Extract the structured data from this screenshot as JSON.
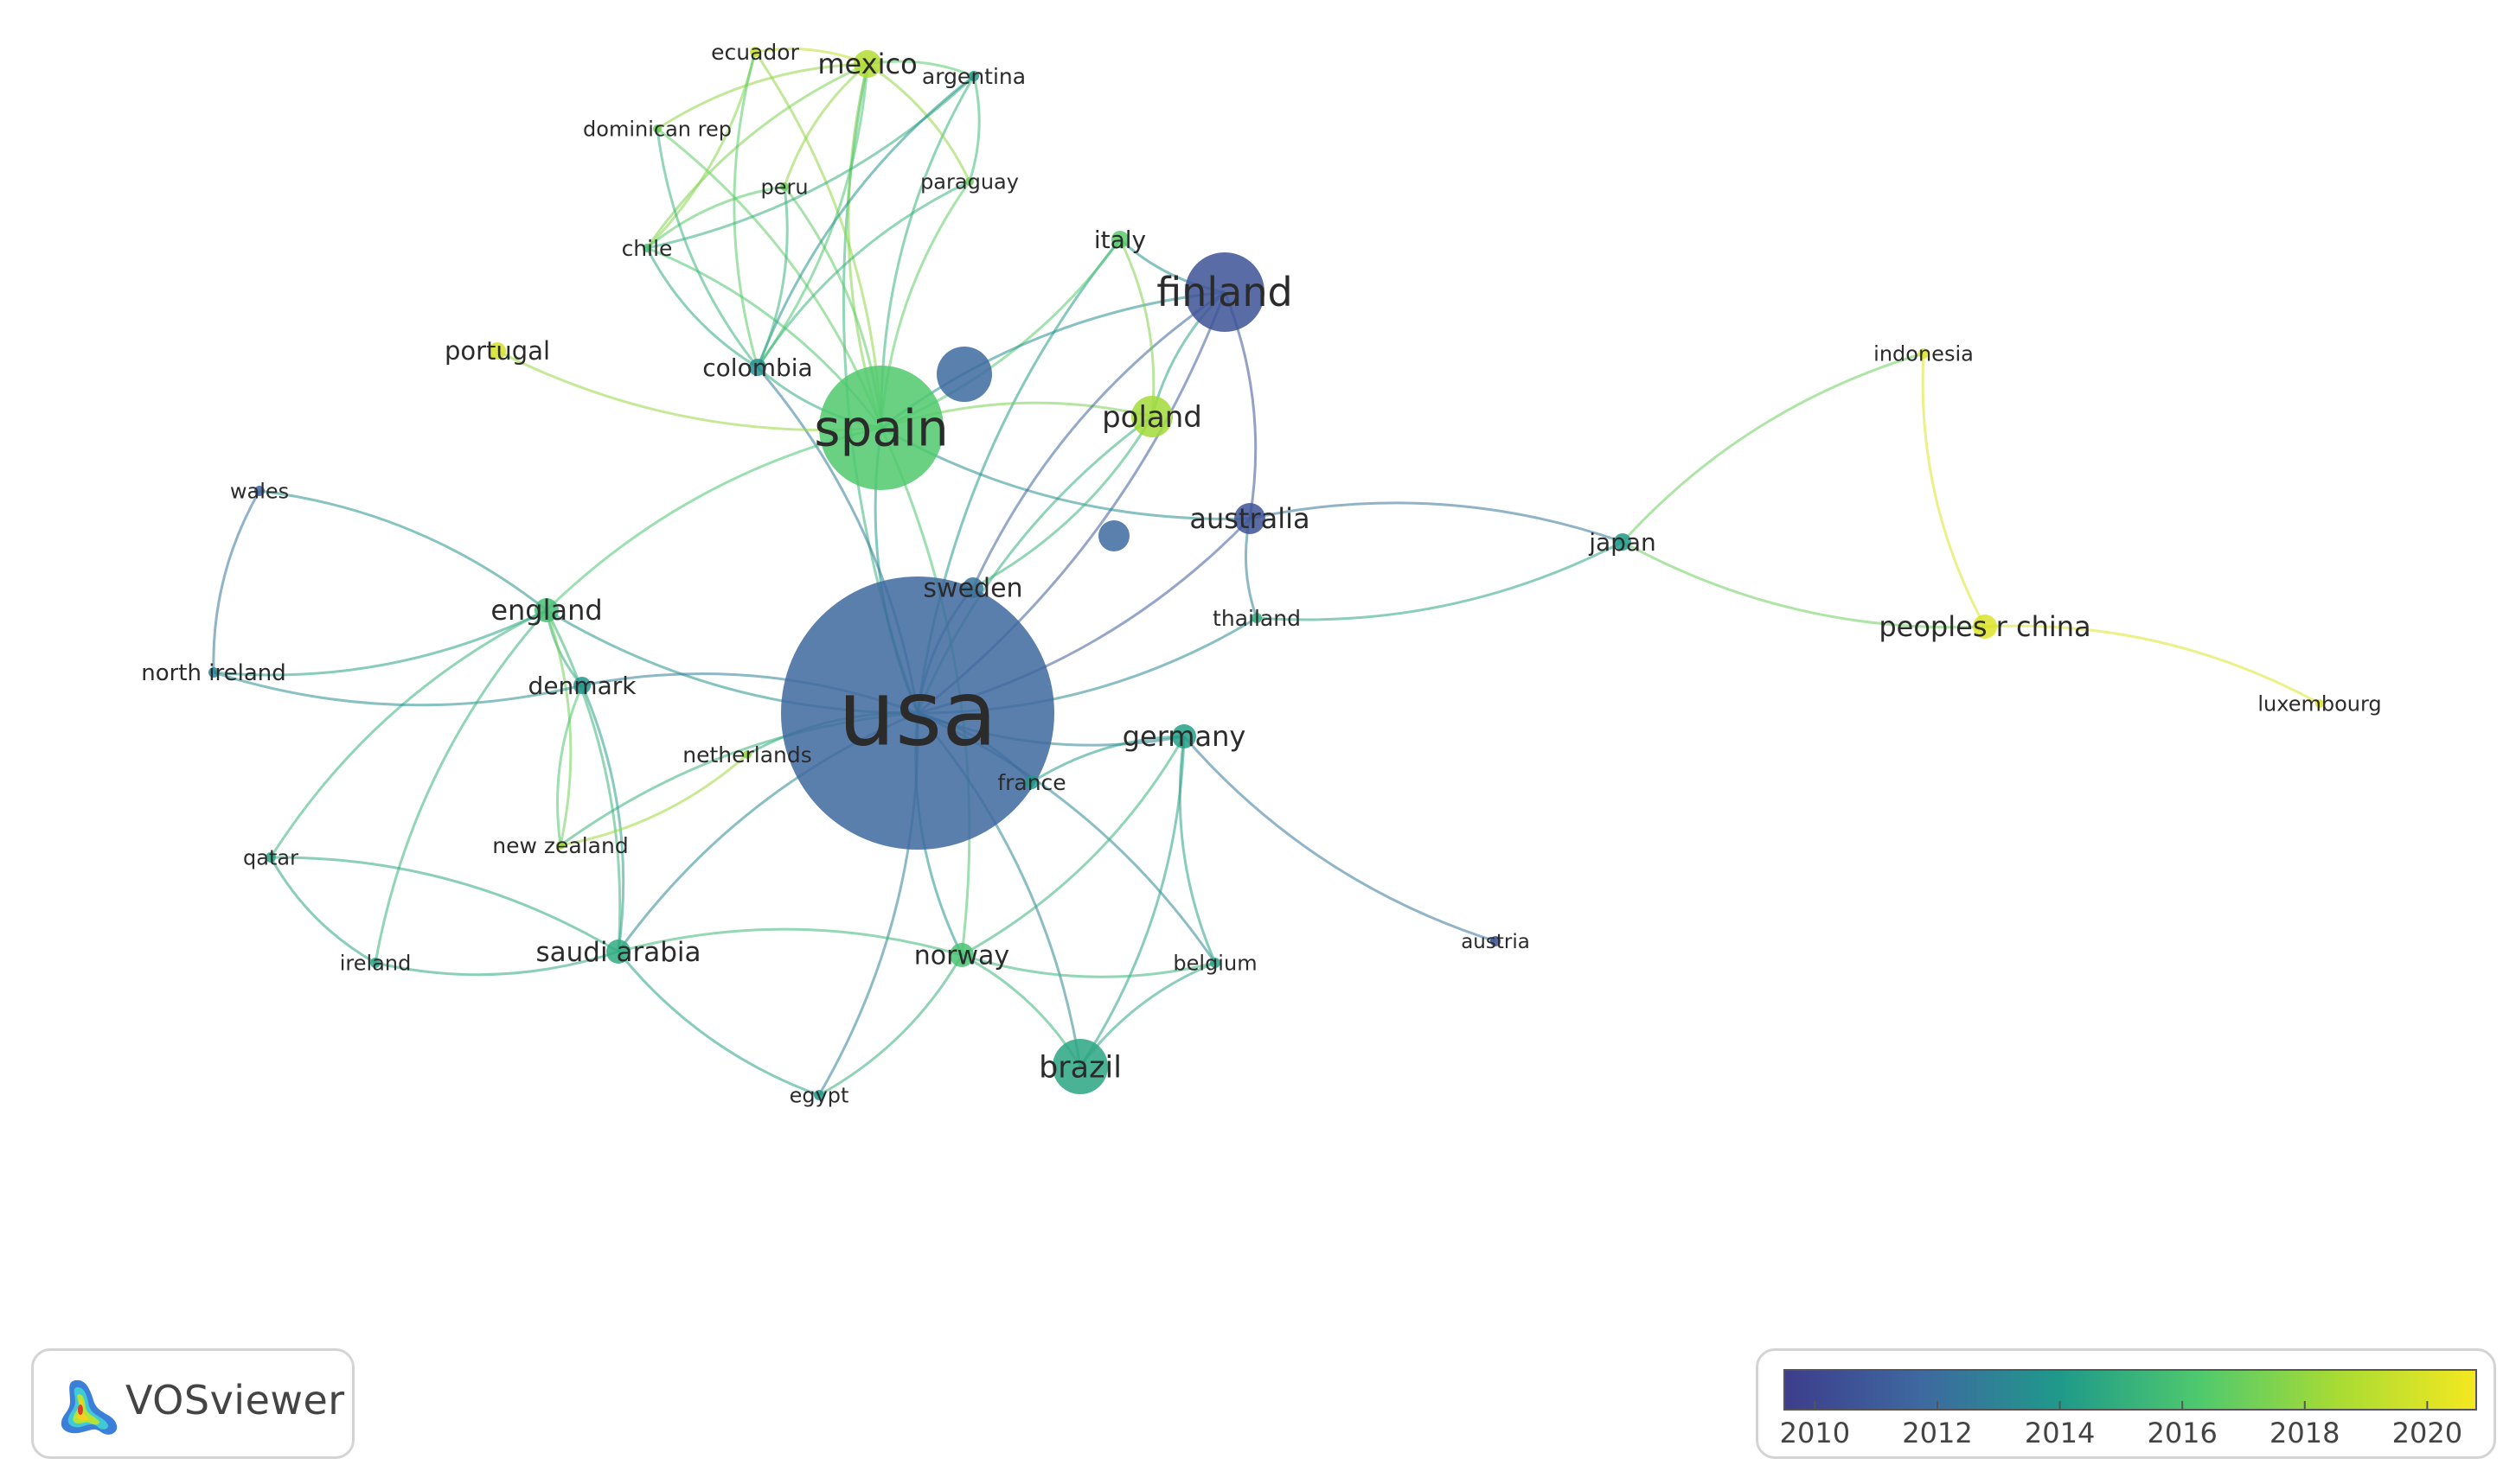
{
  "nodes": [
    {
      "label": "usa",
      "year": 2011.7
    },
    {
      "label": "spain",
      "year": 2016.3
    },
    {
      "label": "finland",
      "year": 2010.6
    },
    {
      "label": "poland",
      "year": 2018.4
    },
    {
      "label": "australia",
      "year": 2010.6
    },
    {
      "label": "mexico",
      "year": 2018.8
    },
    {
      "label": "ecuador",
      "year": 2019.5
    },
    {
      "label": "argentina",
      "year": 2014.0
    },
    {
      "label": "dominican rep",
      "year": 2017.0
    },
    {
      "label": "peru",
      "year": 2017.0
    },
    {
      "label": "paraguay",
      "year": 2017.0
    },
    {
      "label": "chile",
      "year": 2016.0
    },
    {
      "label": "italy",
      "year": 2016.5
    },
    {
      "label": "portugal",
      "year": 2019.8
    },
    {
      "label": "colombia",
      "year": 2013.5
    },
    {
      "label": "wales",
      "year": 2011.5
    },
    {
      "label": "england",
      "year": 2015.8
    },
    {
      "label": "north ireland",
      "year": 2013.0
    },
    {
      "label": "denmark",
      "year": 2013.8
    },
    {
      "label": "sweden",
      "year": 2012.2
    },
    {
      "label": "thailand",
      "year": 2015.0
    },
    {
      "label": "japan",
      "year": 2014.0
    },
    {
      "label": "indonesia",
      "year": 2020.0
    },
    {
      "label": "peoples r china",
      "year": 2020.0
    },
    {
      "label": "luxembourg",
      "year": 2020.0
    },
    {
      "label": "netherlands",
      "year": 2018.0
    },
    {
      "label": "france",
      "year": 2014.0
    },
    {
      "label": "germany",
      "year": 2014.3
    },
    {
      "label": "new zealand",
      "year": 2018.5
    },
    {
      "label": "qatar",
      "year": 2014.5
    },
    {
      "label": "ireland",
      "year": 2014.5
    },
    {
      "label": "saudi arabia",
      "year": 2014.8
    },
    {
      "label": "norway",
      "year": 2016.0
    },
    {
      "label": "belgium",
      "year": 2014.5
    },
    {
      "label": "austria",
      "year": 2010.5
    },
    {
      "label": "brazil",
      "year": 2014.6
    },
    {
      "label": "egypt",
      "year": 2014.0
    },
    {
      "label": "",
      "year": 2011.8
    },
    {
      "label": "",
      "year": 2011.8
    }
  ],
  "links": [
    [
      "usa",
      "spain"
    ],
    [
      "usa",
      "finland"
    ],
    [
      "usa",
      "poland"
    ],
    [
      "usa",
      "australia"
    ],
    [
      "usa",
      "mexico"
    ],
    [
      "usa",
      "colombia"
    ],
    [
      "usa",
      "england"
    ],
    [
      "usa",
      "denmark"
    ],
    [
      "usa",
      "sweden"
    ],
    [
      "usa",
      "germany"
    ],
    [
      "usa",
      "france"
    ],
    [
      "usa",
      "norway"
    ],
    [
      "usa",
      "brazil"
    ],
    [
      "usa",
      "saudi arabia"
    ],
    [
      "usa",
      "egypt"
    ],
    [
      "usa",
      "netherlands"
    ],
    [
      "usa",
      "italy"
    ],
    [
      "usa",
      "thailand"
    ],
    [
      "usa",
      "belgium"
    ],
    [
      "usa",
      "new zealand"
    ],
    [
      "spain",
      "mexico"
    ],
    [
      "spain",
      "ecuador"
    ],
    [
      "spain",
      "argentina"
    ],
    [
      "spain",
      "chile"
    ],
    [
      "spain",
      "colombia"
    ],
    [
      "spain",
      "peru"
    ],
    [
      "spain",
      "paraguay"
    ],
    [
      "spain",
      "dominican rep"
    ],
    [
      "spain",
      "portugal"
    ],
    [
      "spain",
      "italy"
    ],
    [
      "spain",
      "poland"
    ],
    [
      "spain",
      "england"
    ],
    [
      "spain",
      "finland"
    ],
    [
      "spain",
      "australia"
    ],
    [
      "spain",
      "norway"
    ],
    [
      "mexico",
      "ecuador"
    ],
    [
      "mexico",
      "argentina"
    ],
    [
      "mexico",
      "chile"
    ],
    [
      "mexico",
      "colombia"
    ],
    [
      "mexico",
      "peru"
    ],
    [
      "mexico",
      "paraguay"
    ],
    [
      "mexico",
      "dominican rep"
    ],
    [
      "ecuador",
      "chile"
    ],
    [
      "ecuador",
      "colombia"
    ],
    [
      "argentina",
      "chile"
    ],
    [
      "argentina",
      "colombia"
    ],
    [
      "argentina",
      "paraguay"
    ],
    [
      "chile",
      "colombia"
    ],
    [
      "chile",
      "peru"
    ],
    [
      "dominican rep",
      "colombia"
    ],
    [
      "peru",
      "colombia"
    ],
    [
      "paraguay",
      "colombia"
    ],
    [
      "finland",
      "italy"
    ],
    [
      "finland",
      "poland"
    ],
    [
      "finland",
      "australia"
    ],
    [
      "finland",
      "sweden"
    ],
    [
      "australia",
      "japan"
    ],
    [
      "australia",
      "thailand"
    ],
    [
      "japan",
      "indonesia"
    ],
    [
      "japan",
      "peoples r china"
    ],
    [
      "japan",
      "thailand"
    ],
    [
      "indonesia",
      "peoples r china"
    ],
    [
      "peoples r china",
      "luxembourg"
    ],
    [
      "england",
      "wales"
    ],
    [
      "england",
      "north ireland"
    ],
    [
      "england",
      "denmark"
    ],
    [
      "england",
      "saudi arabia"
    ],
    [
      "england",
      "qatar"
    ],
    [
      "england",
      "new zealand"
    ],
    [
      "wales",
      "north ireland"
    ],
    [
      "denmark",
      "north ireland"
    ],
    [
      "denmark",
      "new zealand"
    ],
    [
      "denmark",
      "saudi arabia"
    ],
    [
      "qatar",
      "ireland"
    ],
    [
      "qatar",
      "saudi arabia"
    ],
    [
      "ireland",
      "saudi arabia"
    ],
    [
      "ireland",
      "england"
    ],
    [
      "saudi arabia",
      "egypt"
    ],
    [
      "saudi arabia",
      "norway"
    ],
    [
      "germany",
      "austria"
    ],
    [
      "germany",
      "norway"
    ],
    [
      "germany",
      "belgium"
    ],
    [
      "germany",
      "brazil"
    ],
    [
      "germany",
      "france"
    ],
    [
      "norway",
      "brazil"
    ],
    [
      "norway",
      "belgium"
    ],
    [
      "brazil",
      "belgium"
    ],
    [
      "egypt",
      "norway"
    ],
    [
      "netherlands",
      "new zealand"
    ],
    [
      "sweden",
      "poland"
    ],
    [
      "italy",
      "poland"
    ]
  ],
  "colorbar": {
    "min": 2009.5,
    "max": 2020.8,
    "ticks": [
      "2010",
      "2012",
      "2014",
      "2016",
      "2018",
      "2020"
    ],
    "tick_values": [
      2010,
      2012,
      2014,
      2016,
      2018,
      2020
    ],
    "stops": [
      "#3d3d8c",
      "#3e69a0",
      "#1f9a8a",
      "#4fc96e",
      "#a8db34",
      "#f5e81f"
    ]
  },
  "logo": {
    "text": "VOSviewer",
    "icon": "vosviewer-logo-icon"
  }
}
